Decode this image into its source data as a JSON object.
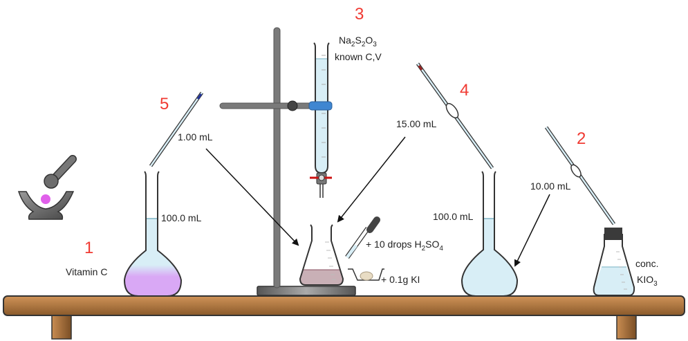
{
  "steps": {
    "step1": {
      "number": "1",
      "label": "Vitamin C",
      "flask_volume": "100.0 mL"
    },
    "step2": {
      "number": "2",
      "transfer": "10.00 mL",
      "reagent_line1": "conc.",
      "reagent_main": "KIO",
      "reagent_sub": "3"
    },
    "step3": {
      "number": "3",
      "f1": "Na",
      "s1": "2",
      "f2": "S",
      "s2": "2",
      "f3": "O",
      "s3": "3",
      "line2": "known C,V"
    },
    "step4": {
      "number": "4",
      "transfer": "15.00 mL",
      "flask_volume": "100.0 mL"
    },
    "step5": {
      "number": "5",
      "transfer": "1.00 mL"
    }
  },
  "additions": {
    "acid_prefix": "+ 10 drops H",
    "acid_sub1": "2",
    "acid_mid": "SO",
    "acid_sub2": "4",
    "ki": "+ 0.1g KI"
  },
  "colors": {
    "solution": "#d8eef6",
    "vitamin_c": "#d9a8f5",
    "titration_mix": "#c9b0b6",
    "step_number": "#f03a32",
    "table": "#b87a40",
    "clamp": "#3f86d1",
    "stopcock": "#cc1111"
  }
}
